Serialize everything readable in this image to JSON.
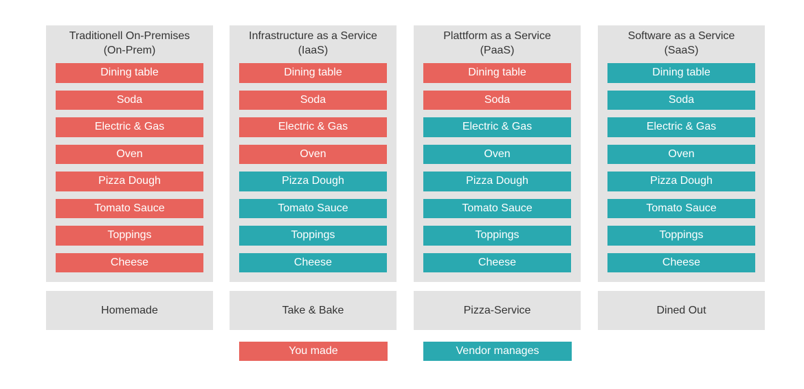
{
  "colors": {
    "you": "#e8635c",
    "vendor": "#2aa9b0",
    "panel": "#e3e3e3"
  },
  "columns": [
    {
      "title_line1": "Traditionell On-Premises",
      "title_line2": "(On-Prem)",
      "footer": "Homemade",
      "items": [
        {
          "label": "Dining table",
          "owner": "you"
        },
        {
          "label": "Soda",
          "owner": "you"
        },
        {
          "label": "Electric & Gas",
          "owner": "you"
        },
        {
          "label": "Oven",
          "owner": "you"
        },
        {
          "label": "Pizza Dough",
          "owner": "you"
        },
        {
          "label": "Tomato Sauce",
          "owner": "you"
        },
        {
          "label": "Toppings",
          "owner": "you"
        },
        {
          "label": "Cheese",
          "owner": "you"
        }
      ]
    },
    {
      "title_line1": "Infrastructure as a Service",
      "title_line2": "(IaaS)",
      "footer": "Take & Bake",
      "items": [
        {
          "label": "Dining table",
          "owner": "you"
        },
        {
          "label": "Soda",
          "owner": "you"
        },
        {
          "label": "Electric & Gas",
          "owner": "you"
        },
        {
          "label": "Oven",
          "owner": "you"
        },
        {
          "label": "Pizza Dough",
          "owner": "vendor"
        },
        {
          "label": "Tomato Sauce",
          "owner": "vendor"
        },
        {
          "label": "Toppings",
          "owner": "vendor"
        },
        {
          "label": "Cheese",
          "owner": "vendor"
        }
      ]
    },
    {
      "title_line1": "Plattform as a Service",
      "title_line2": "(PaaS)",
      "footer": "Pizza-Service",
      "items": [
        {
          "label": "Dining table",
          "owner": "you"
        },
        {
          "label": "Soda",
          "owner": "you"
        },
        {
          "label": "Electric & Gas",
          "owner": "vendor"
        },
        {
          "label": "Oven",
          "owner": "vendor"
        },
        {
          "label": "Pizza Dough",
          "owner": "vendor"
        },
        {
          "label": "Tomato Sauce",
          "owner": "vendor"
        },
        {
          "label": "Toppings",
          "owner": "vendor"
        },
        {
          "label": "Cheese",
          "owner": "vendor"
        }
      ]
    },
    {
      "title_line1": "Software as a Service",
      "title_line2": "(SaaS)",
      "footer": "Dined Out",
      "items": [
        {
          "label": "Dining table",
          "owner": "vendor"
        },
        {
          "label": "Soda",
          "owner": "vendor"
        },
        {
          "label": "Electric & Gas",
          "owner": "vendor"
        },
        {
          "label": "Oven",
          "owner": "vendor"
        },
        {
          "label": "Pizza Dough",
          "owner": "vendor"
        },
        {
          "label": "Tomato Sauce",
          "owner": "vendor"
        },
        {
          "label": "Toppings",
          "owner": "vendor"
        },
        {
          "label": "Cheese",
          "owner": "vendor"
        }
      ]
    }
  ],
  "legend": {
    "you_label": "You made",
    "vendor_label": "Vendor manages"
  }
}
